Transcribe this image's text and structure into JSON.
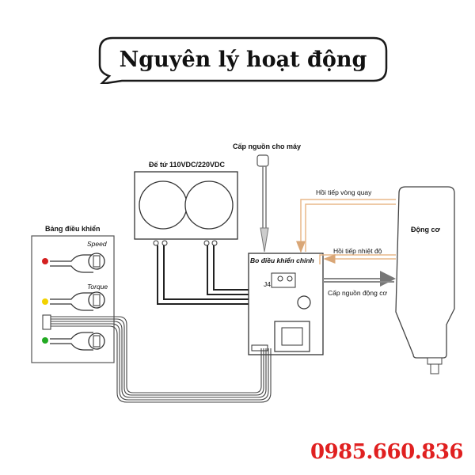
{
  "title": "Nguyên lý hoạt động",
  "labels": {
    "power_supply_machine": "Cấp nguồn cho máy",
    "capacitor_block": "Đế tứ 110VDC/220VDC",
    "control_panel": "Bảng điều khiển",
    "speed": "Speed",
    "torque": "Torque",
    "main_board": "Bo điều khiển chính",
    "rotation_feedback": "Hồi tiếp vòng quay",
    "temperature_feedback": "Hồi tiếp nhiệt độ",
    "motor_power": "Cấp nguồn động cơ",
    "motor": "Động cơ",
    "connector_j4": "J4"
  },
  "colors": {
    "accent_red": "#e02020",
    "feedback_line": "#e8b88a",
    "led_red": "#d42020",
    "led_yellow": "#f2d200",
    "led_green": "#22aa22"
  },
  "phone": "0985.660.836"
}
